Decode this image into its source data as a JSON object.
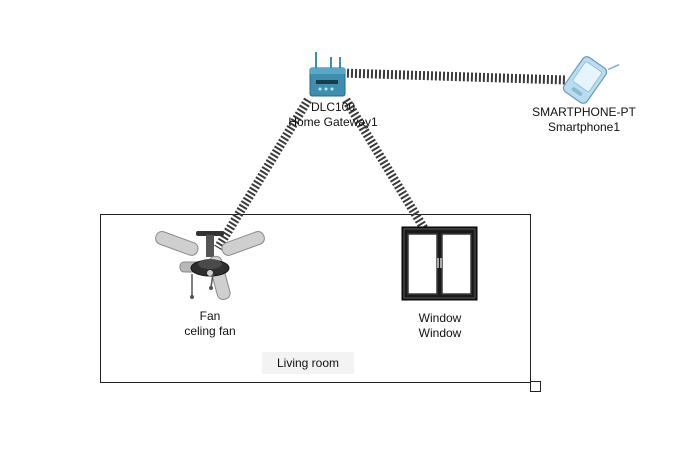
{
  "devices": {
    "gateway": {
      "model": "DLC100",
      "name": "Home Gateway1"
    },
    "smartphone": {
      "model": "SMARTPHONE-PT",
      "name": "Smartphone1"
    },
    "fan": {
      "model": "Fan",
      "name": "celing fan"
    },
    "window": {
      "model": "Window",
      "name": "Window"
    }
  },
  "room": {
    "label": "Living room"
  },
  "colors": {
    "gateway_body": "#3d8fb0",
    "phone_body": "#b8dcf0",
    "wireless_link": "#333333",
    "room_border": "#222222"
  },
  "icons": {
    "gateway": "home-gateway-icon",
    "smartphone": "smartphone-icon",
    "fan": "ceiling-fan-icon",
    "window": "window-icon"
  }
}
